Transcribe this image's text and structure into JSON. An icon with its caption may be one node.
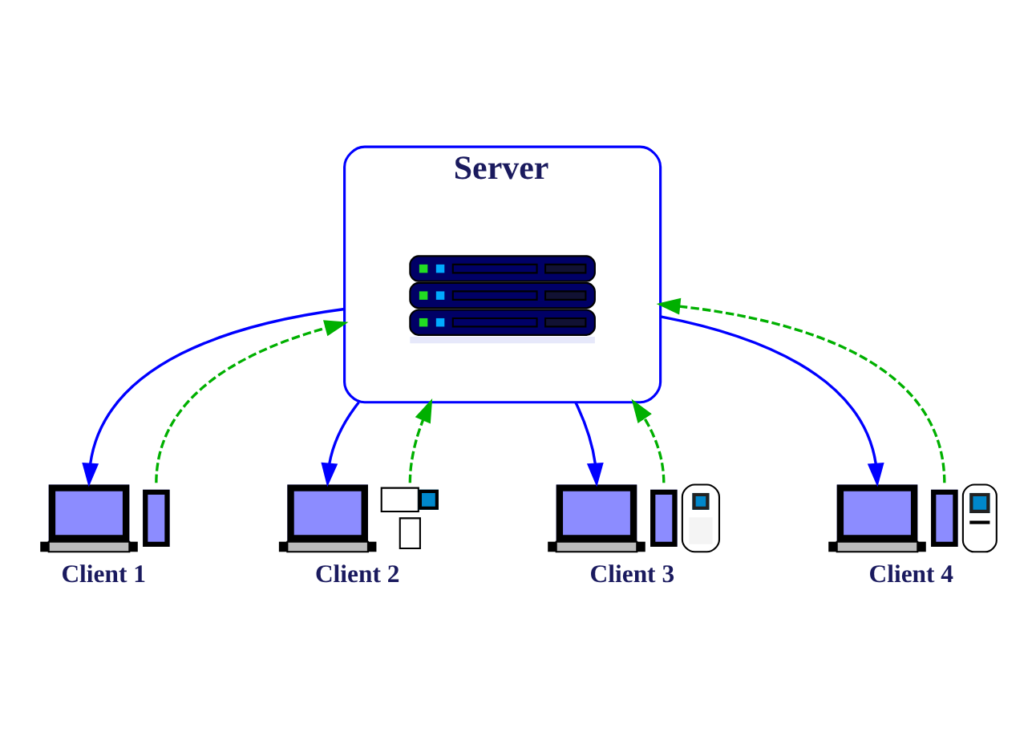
{
  "diagram": {
    "nodes": [
      {
        "text": [
          "Server"
        ]
      },
      {
        "text": [],
        "shape": "picture",
        "in": 0
      },
      {
        "text": [],
        "shape": "picture",
        "beside": [
          "Client 1"
        ]
      },
      {
        "text": [],
        "shape": "picture",
        "beside": [
          "Client 2"
        ]
      },
      {
        "text": [],
        "shape": "picture",
        "beside": [
          "Client 3"
        ]
      },
      {
        "text": [],
        "shape": "picture",
        "beside": [
          "Client 4"
        ]
      }
    ],
    "edges": [
      {
        "from": 0,
        "to": 2,
        "arrow": "to",
        "color": "#0000ff"
      },
      {
        "from": 0,
        "to": 3,
        "arrow": "to",
        "color": "#0000ff"
      },
      {
        "from": 0,
        "to": 4,
        "arrow": "to",
        "color": "#0000ff"
      },
      {
        "from": 0,
        "to": 5,
        "arrow": "to",
        "color": "#0000ff"
      },
      {
        "from": 2,
        "to": 0,
        "arrow": "to",
        "style": "dashed",
        "color": "#00b000"
      },
      {
        "from": 3,
        "to": 0,
        "arrow": "to",
        "style": "dashed",
        "color": "#00b000"
      },
      {
        "from": 4,
        "to": 0,
        "arrow": "to",
        "style": "dashed",
        "color": "#00b000"
      },
      {
        "from": 5,
        "to": 0,
        "arrow": "to",
        "style": "dashed",
        "color": "#00b000"
      }
    ]
  }
}
